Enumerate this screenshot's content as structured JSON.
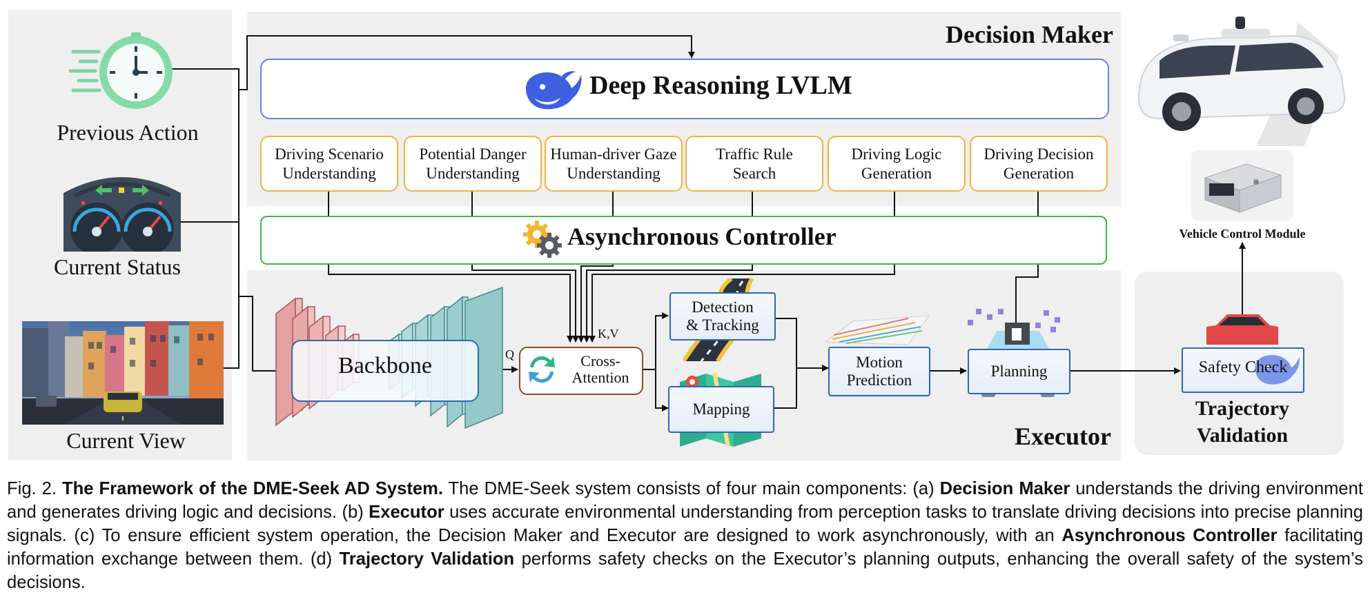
{
  "inputs": {
    "previous_action": "Previous Action",
    "current_status": "Current Status",
    "current_view": "Current View"
  },
  "decision_maker": {
    "title": "Decision Maker",
    "lvlm": "Deep Reasoning LVLM",
    "modules": [
      "Driving Scenario\nUnderstanding",
      "Potential Danger\nUnderstanding",
      "Human-driver Gaze\nUnderstanding",
      "Traffic Rule\nSearch",
      "Driving Logic\nGeneration",
      "Driving Decision\nGeneration"
    ]
  },
  "controller": {
    "title": "Asynchronous Controller"
  },
  "executor": {
    "title": "Executor",
    "backbone": "Backbone",
    "q_label": "Q",
    "kv_label": "K,V",
    "cross_attention": "Cross-\nAttention",
    "detection": "Detection\n& Tracking",
    "mapping": "Mapping",
    "motion": "Motion\nPrediction",
    "planning": "Planning"
  },
  "validation": {
    "safety_check": "Safety Check",
    "title_line1": "Trajectory",
    "title_line2": "Validation",
    "vehicle_control": "Vehicle Control Module"
  },
  "caption": {
    "fig": "Fig. 2.",
    "title": "The Framework of the DME-Seek AD System.",
    "t1": "The DME-Seek system consists of four main components: (a)",
    "b1": "Decision Maker",
    "t2": "understands the driving environment and generates driving logic and decisions. (b)",
    "b2": "Executor",
    "t3": "uses accurate environmental understanding from perception tasks to translate driving decisions into precise planning signals. (c) To ensure efficient system operation, the Decision Maker and Executor are designed to work asynchronously, with an",
    "b3": "Asynchronous Controller",
    "t4": "facilitating information exchange between them. (d)",
    "b4": "Trajectory Validation",
    "t5": "performs safety checks on the Executor’s planning outputs, enhancing the overall safety of the system’s decisions."
  }
}
